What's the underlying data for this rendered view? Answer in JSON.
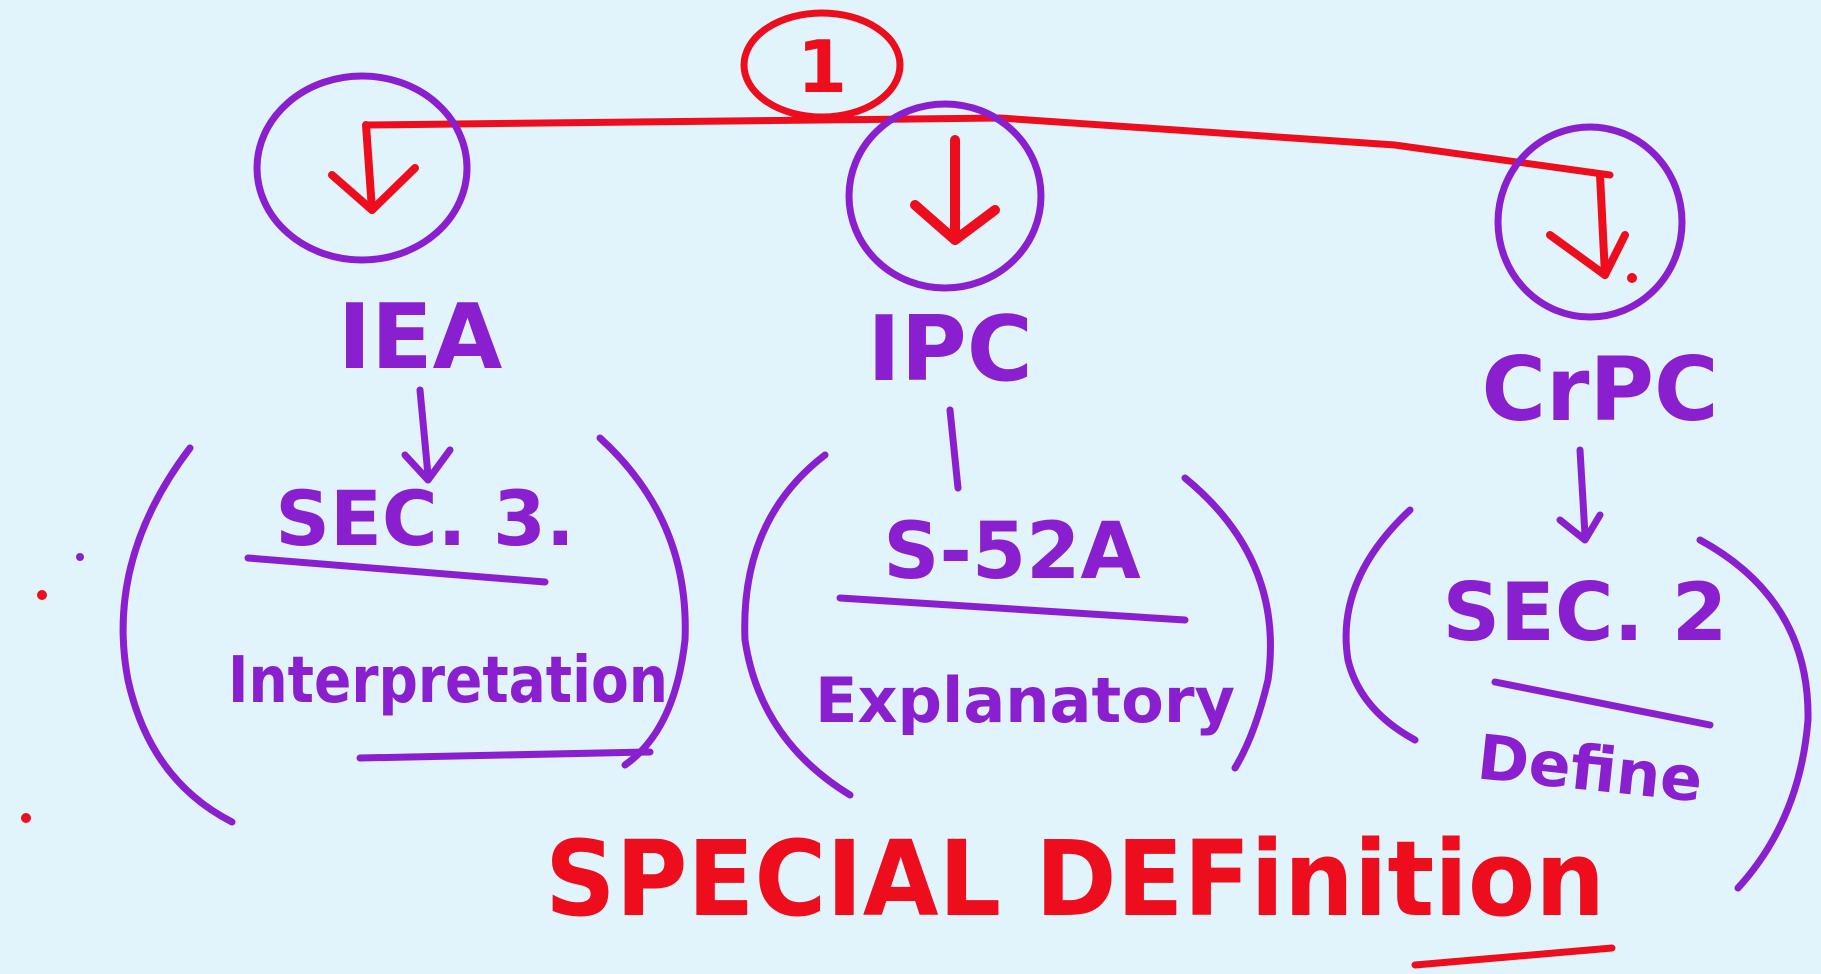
{
  "colors": {
    "background": "#e1f3fb",
    "purple": "#8a1fd0",
    "red": "#ee0d1c"
  },
  "root": {
    "label": "1"
  },
  "branches": [
    {
      "act": "IEA",
      "section": "SEC. 3.",
      "clause_type": "Interpretation"
    },
    {
      "act": "IPC",
      "section": "S-52A",
      "clause_type": "Explanatory"
    },
    {
      "act": "CrPC",
      "section": "SEC. 2",
      "clause_type": "Define"
    }
  ],
  "footer": {
    "title": "SPECIAL DEFinition"
  }
}
